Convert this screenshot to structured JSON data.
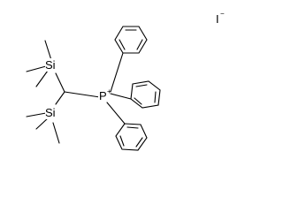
{
  "molecule": {
    "atoms": {
      "si_top": "Si",
      "si_bottom": "Si",
      "phosphorus": "P",
      "phosphorus_charge": "+",
      "iodide": "I",
      "iodide_charge": "−"
    }
  }
}
